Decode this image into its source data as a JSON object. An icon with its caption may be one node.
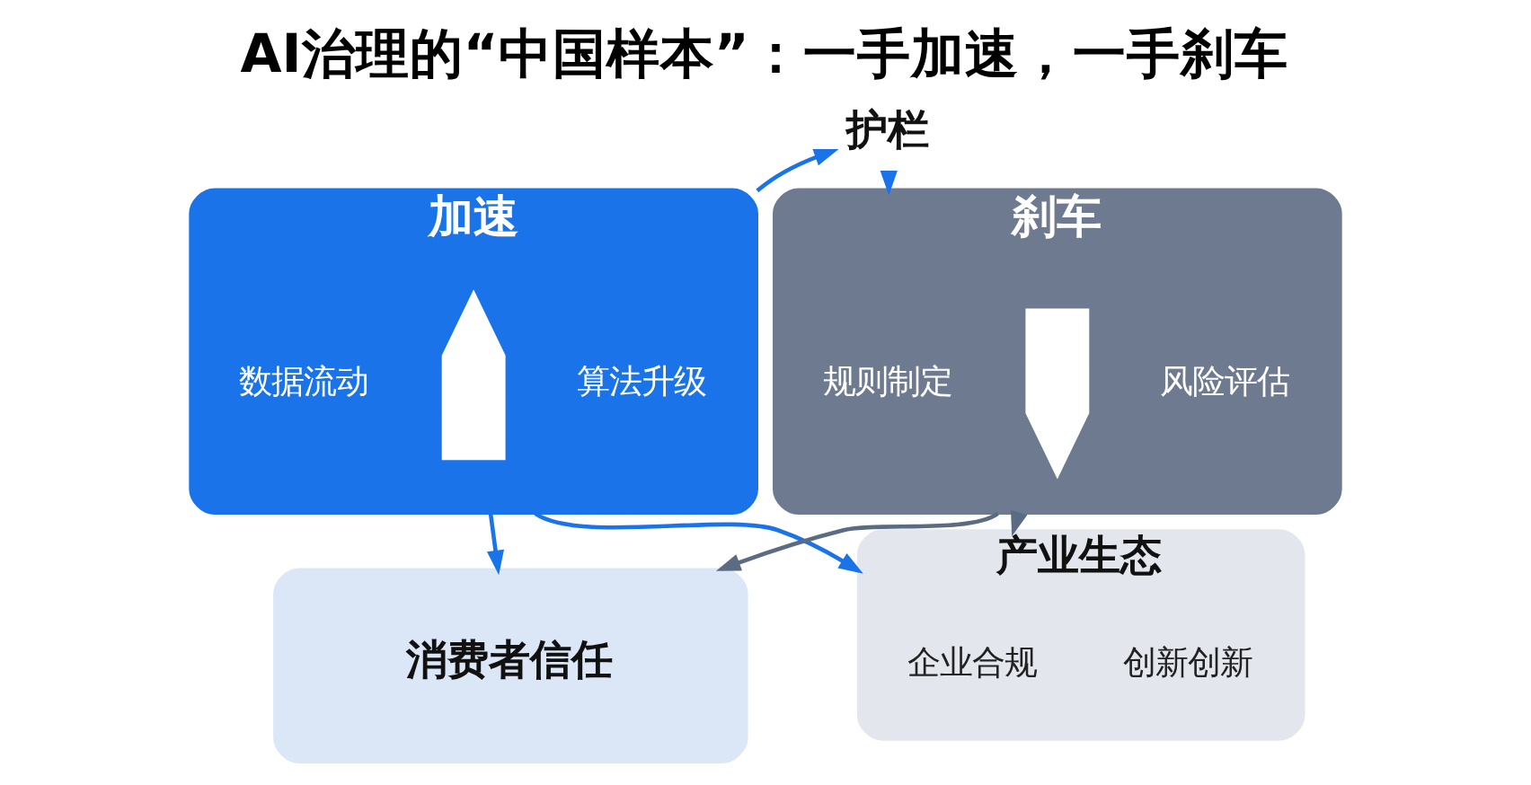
{
  "diagram": {
    "title": "AI治理的“中国样本”：一手加速，一手刹车",
    "nodes": [
      {
        "text": [
          "加速"
        ]
      },
      {
        "text": [
          "数据流动"
        ],
        "in": 0
      },
      {
        "text": [],
        "shape": "arrow",
        "in": 0
      },
      {
        "text": [
          "算法升级"
        ],
        "in": 0
      },
      {
        "text": [
          "护栏"
        ]
      },
      {
        "text": [
          "刹车"
        ]
      },
      {
        "text": [
          "规则制定"
        ],
        "in": 5
      },
      {
        "text": [],
        "shape": "arrow",
        "in": 5
      },
      {
        "text": [
          "风险评估"
        ],
        "in": 5
      },
      {
        "text": [
          "消费者信任"
        ]
      },
      {
        "text": [
          "产业生态"
        ]
      },
      {
        "text": [
          "企业合规"
        ],
        "in": 10
      },
      {
        "text": [
          "创新创新"
        ],
        "in": 10
      }
    ],
    "edges": [
      {
        "from": 0,
        "to": 4,
        "arrow": "to"
      },
      {
        "from": 4,
        "to": 5,
        "arrow": "to"
      },
      {
        "from": 0,
        "to": 9,
        "arrow": "to"
      },
      {
        "from": 0,
        "to": 10,
        "arrow": "to"
      },
      {
        "from": 5,
        "to": 9,
        "arrow": "to",
        "color": "#5b6b82"
      },
      {
        "from": 5,
        "to": 10,
        "arrow": "to",
        "color": "#5b6b82"
      }
    ]
  }
}
